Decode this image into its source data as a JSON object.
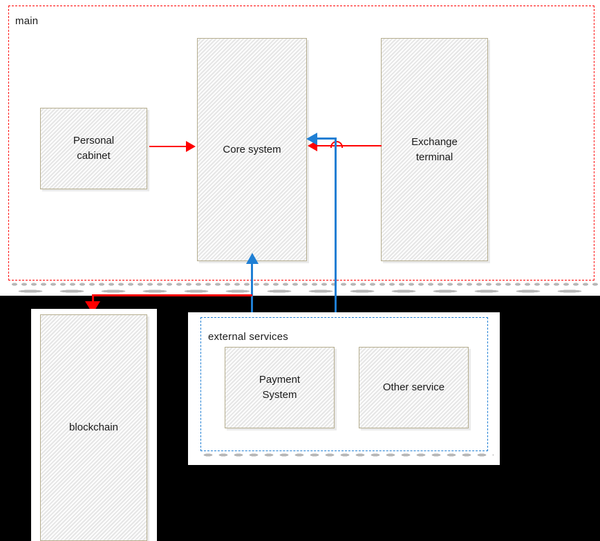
{
  "diagram": {
    "title": "main",
    "groups": [
      {
        "id": "main",
        "label": "main",
        "border_color": "#ff0000",
        "style": "dashed"
      },
      {
        "id": "external_services",
        "label": "external services",
        "border_color": "#1f7fd4",
        "style": "dashed"
      }
    ],
    "nodes": [
      {
        "id": "personal_cabinet",
        "label": "Personal\ncabinet",
        "group": "main"
      },
      {
        "id": "core_system",
        "label": "Core system",
        "group": "main"
      },
      {
        "id": "exchange_terminal",
        "label": "Exchange\nterminal",
        "group": "main"
      },
      {
        "id": "blockchain",
        "label": "blockchain",
        "group": null
      },
      {
        "id": "payment_system",
        "label": "Payment\nSystem",
        "group": "external_services"
      },
      {
        "id": "other_service",
        "label": "Other service",
        "group": "external_services"
      }
    ],
    "edges": [
      {
        "from": "personal_cabinet",
        "to": "core_system",
        "color": "#ff0000",
        "direction": "right"
      },
      {
        "from": "exchange_terminal",
        "to": "core_system",
        "color": "#ff0000",
        "direction": "left"
      },
      {
        "from": "payment_system",
        "to": "core_system",
        "color": "#1f7fd4",
        "direction": "up"
      },
      {
        "from": "other_service",
        "to": "core_system",
        "color": "#1f7fd4",
        "direction": "left"
      },
      {
        "from": "core_system",
        "to": "blockchain",
        "color": "#ff0000",
        "direction": "down"
      }
    ],
    "colors": {
      "node_fill": "#f0f0f0",
      "node_border": "#b5ad8e",
      "red": "#ff0000",
      "blue": "#1f7fd4",
      "background": "#000000",
      "panel": "#ffffff",
      "text": "#1a1a1a"
    }
  }
}
